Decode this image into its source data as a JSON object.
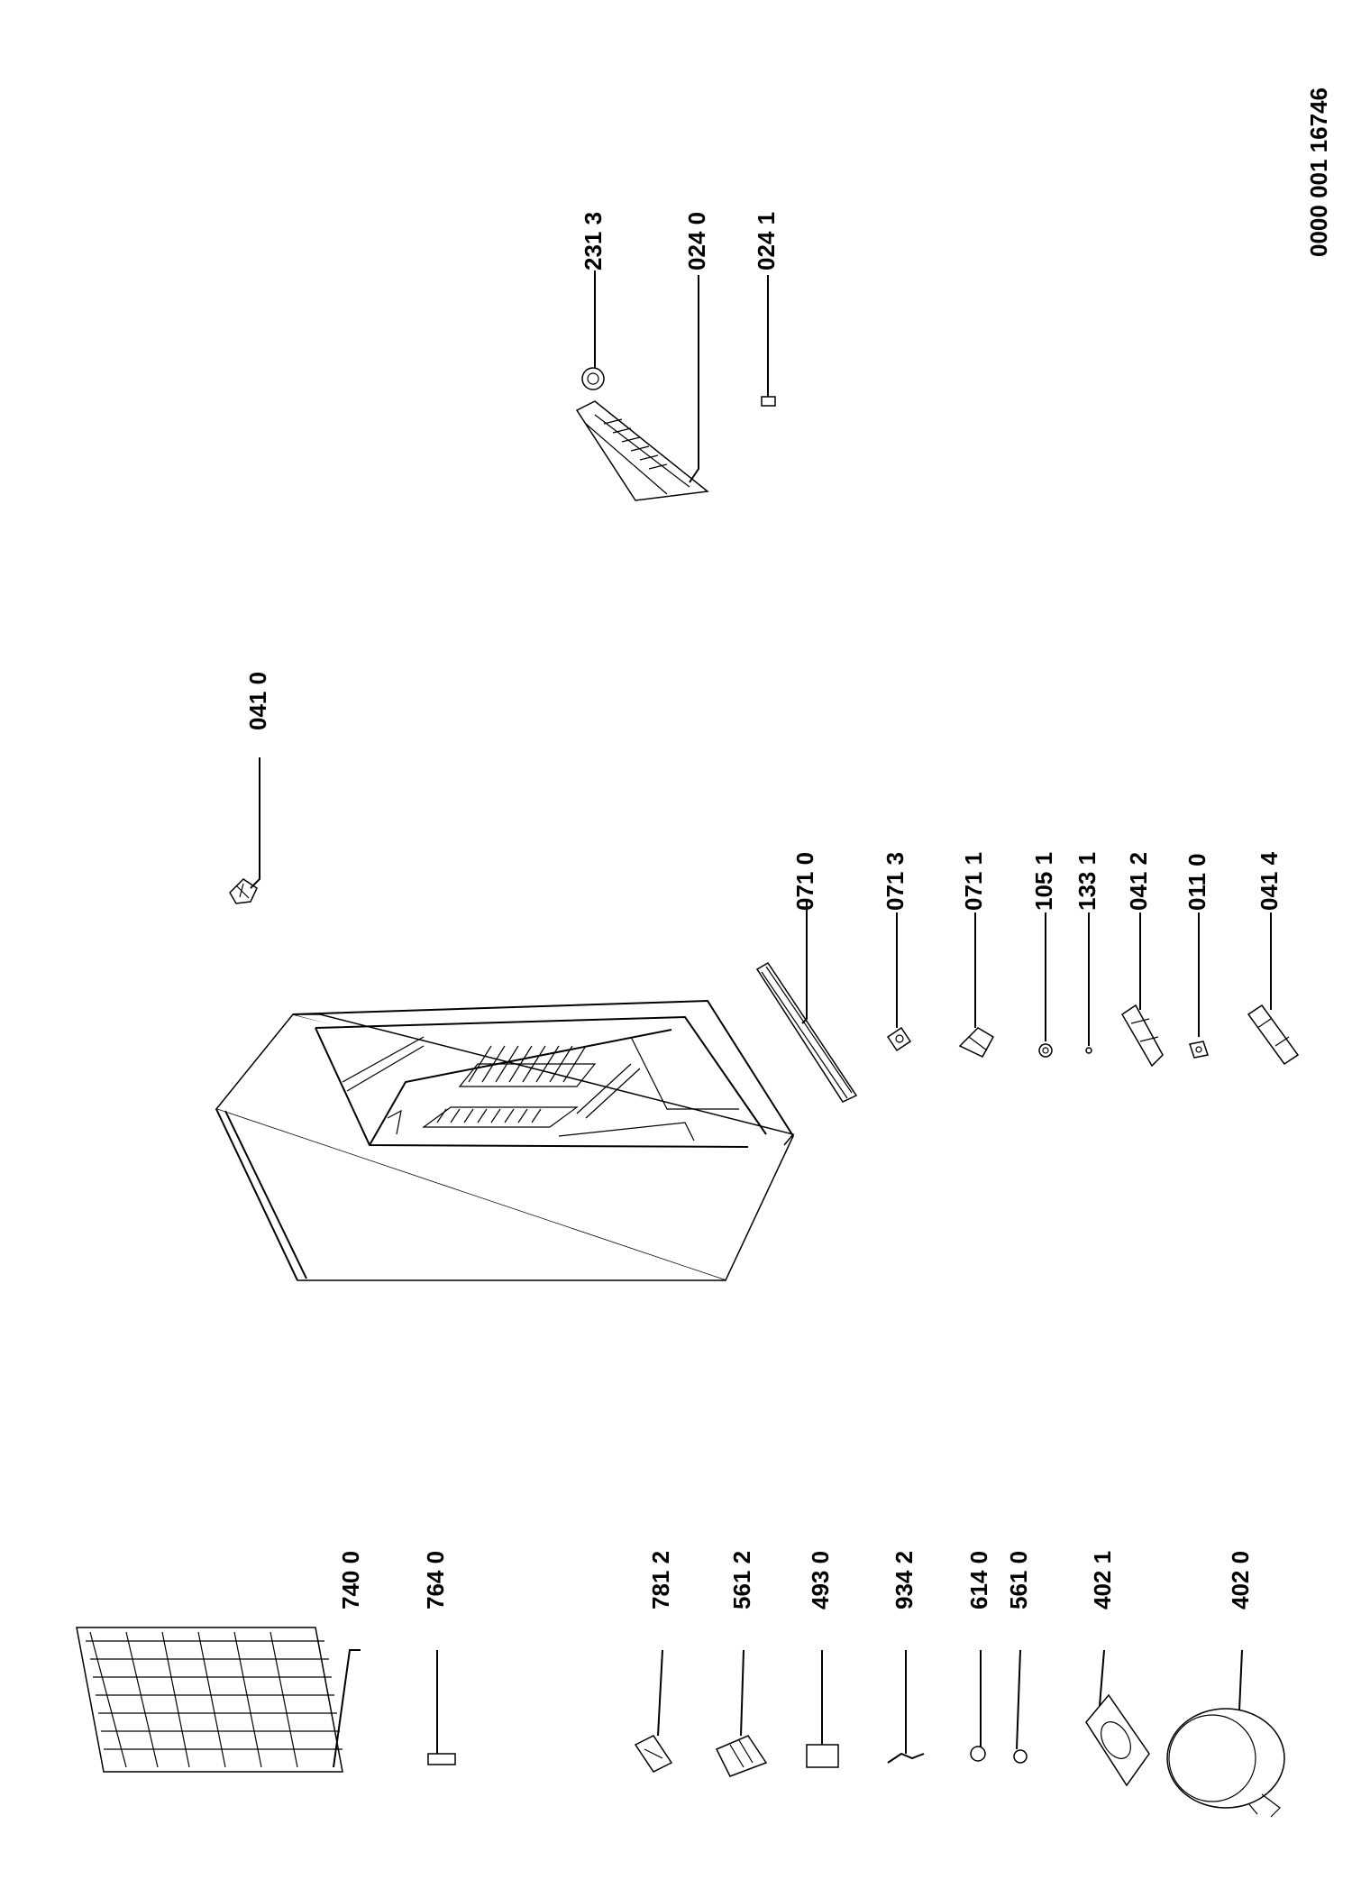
{
  "document_code": "0000 001 16746",
  "labels": {
    "p7400": "740 0",
    "p7640": "764 0",
    "p7812": "781 2",
    "p5612": "561 2",
    "p4930": "493 0",
    "p9342": "934 2",
    "p6140": "614 0",
    "p5610": "561 0",
    "p4021": "402 1",
    "p4020": "402 0",
    "p0410": "041 0",
    "p0710": "071 0",
    "p0713": "071 3",
    "p0711": "071 1",
    "p1051": "105 1",
    "p1331": "133 1",
    "p0412": "041 2",
    "p0110": "011 0",
    "p0414": "041 4",
    "p2313": "231 3",
    "p0240": "024 0",
    "p0241": "024 1"
  }
}
